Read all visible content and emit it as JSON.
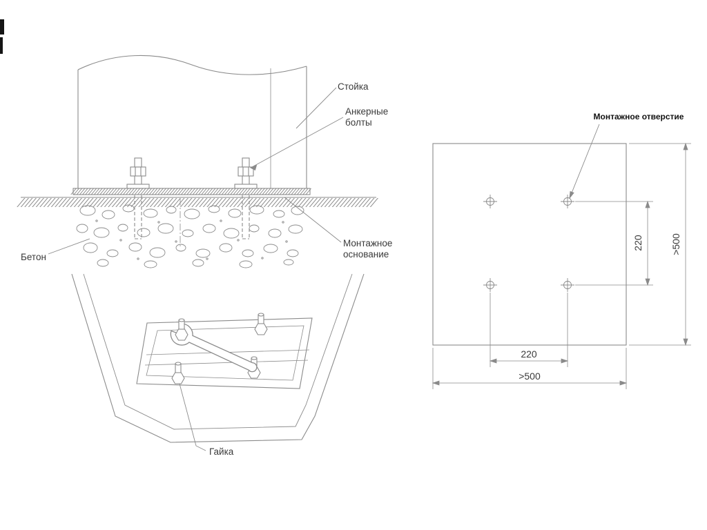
{
  "drawing": {
    "section_view": {
      "post": "Стойка",
      "anchor_bolts": [
        "Анкерные",
        "болты"
      ],
      "mounting_base": [
        "Монтажное",
        "основание"
      ],
      "concrete": "Бетон"
    },
    "base_view": {
      "nut": "Гайка"
    },
    "plan_view": {
      "mounting_hole": "Монтажное отверстие",
      "dim_hole_spacing_vertical": "220",
      "dim_hole_spacing_horizontal": "220",
      "dim_plate_height": ">500",
      "dim_plate_width": ">500"
    }
  },
  "colors": {
    "line": "#8a8a8a",
    "text": "#3a3a3a",
    "label_bold": "#111111",
    "background": "#ffffff"
  }
}
